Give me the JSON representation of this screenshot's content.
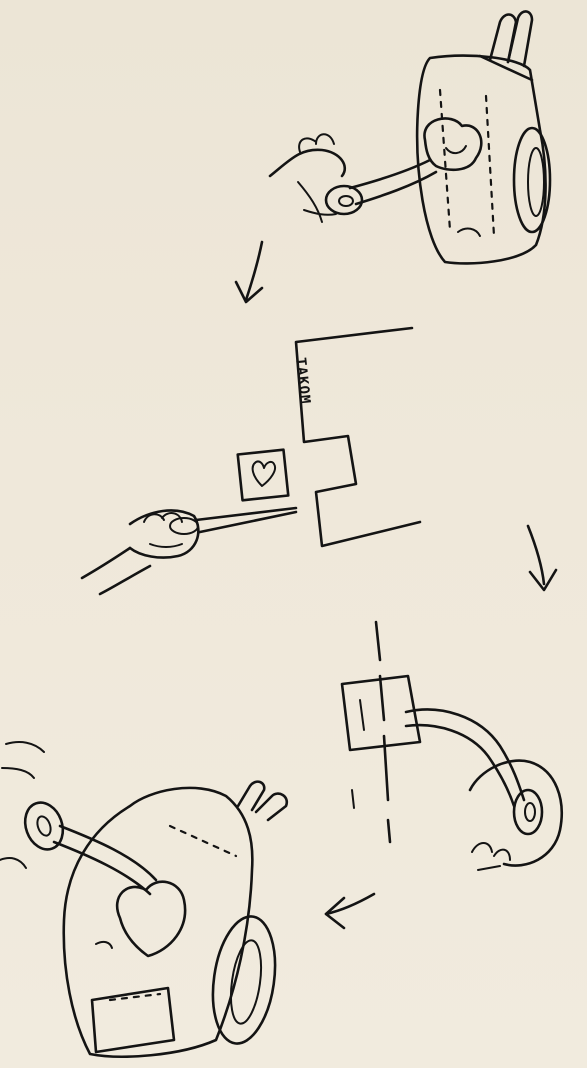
{
  "sign": {
    "text": "TAKOM"
  },
  "colors": {
    "paper": "#eee7d9",
    "ink": "#141414"
  },
  "panels": [
    {
      "name": "robot-with-hand"
    },
    {
      "name": "sign-with-scissors"
    },
    {
      "name": "arm-tapping-card"
    },
    {
      "name": "robot-with-heart"
    }
  ],
  "arrows": [
    "down",
    "down",
    "left"
  ]
}
